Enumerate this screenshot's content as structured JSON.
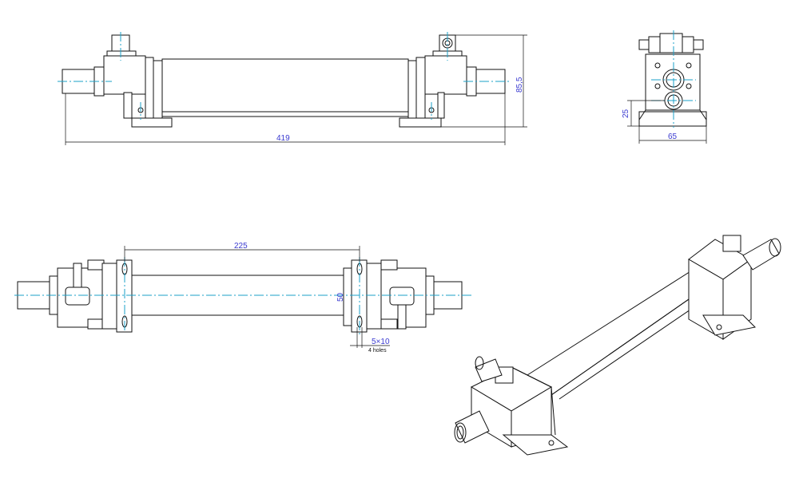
{
  "drawing": {
    "top_view": {
      "length_label": "419",
      "height_label": "85,5"
    },
    "side_view": {
      "axis_height_label": "25",
      "width_label": "65"
    },
    "plan_view": {
      "tube_length_label": "225",
      "mount_width_label": "50",
      "slot_label": "5×10",
      "slot_note": "4 holes"
    },
    "colors": {
      "centerline": "#1ba0c8",
      "dimension_text": "#3a3ad0",
      "line": "#111111"
    }
  }
}
